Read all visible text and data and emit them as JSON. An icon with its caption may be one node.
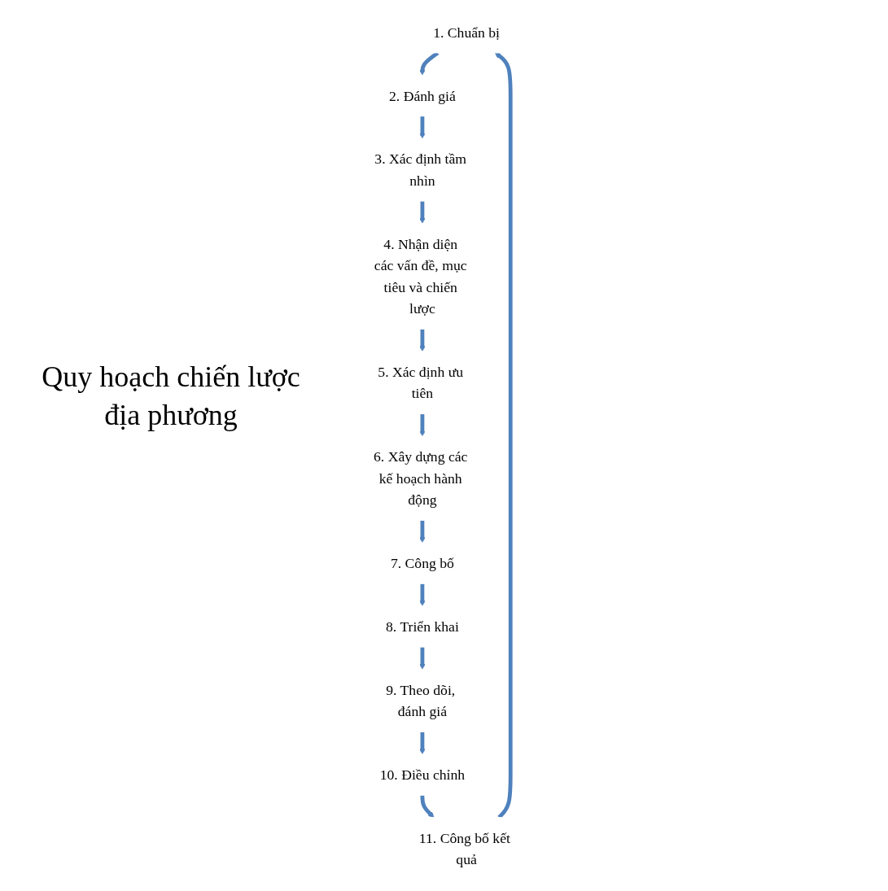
{
  "diagram": {
    "nodes": [
      {
        "text": [
          "1. Chuẩn bị"
        ]
      },
      {
        "text": [
          "2. Đánh giá"
        ]
      },
      {
        "text": [
          "3. Xác định tầm nhìn"
        ]
      },
      {
        "text": [
          "4. Nhận diện các vấn đề, mục tiêu và chiến lược"
        ]
      },
      {
        "text": [
          "5. Xác định ưu tiên"
        ]
      },
      {
        "text": [
          "6. Xây dựng các kế hoạch hành động"
        ]
      },
      {
        "text": [
          "7. Công bố"
        ]
      },
      {
        "text": [
          "8. Triển khai"
        ]
      },
      {
        "text": [
          "9. Theo dõi, đánh giá"
        ]
      },
      {
        "text": [
          "10. Điều chỉnh"
        ]
      },
      {
        "text": [
          "11. Công bố kết quả"
        ]
      }
    ],
    "edges": [
      {
        "from": 0,
        "to": 1,
        "arrow": "to"
      },
      {
        "from": 1,
        "to": 2,
        "arrow": "to"
      },
      {
        "from": 2,
        "to": 3,
        "arrow": "to"
      },
      {
        "from": 3,
        "to": 4,
        "arrow": "to"
      },
      {
        "from": 4,
        "to": 5,
        "arrow": "to"
      },
      {
        "from": 5,
        "to": 6,
        "arrow": "to"
      },
      {
        "from": 6,
        "to": 7,
        "arrow": "to"
      },
      {
        "from": 7,
        "to": 8,
        "arrow": "to"
      },
      {
        "from": 8,
        "to": 9,
        "arrow": "to"
      },
      {
        "from": 9,
        "to": 10,
        "arrow": "to"
      },
      {
        "from": 10,
        "to": 0,
        "arrow": "to"
      }
    ],
    "labels": [
      "Quy hoạch chiến lược địa phương"
    ]
  }
}
